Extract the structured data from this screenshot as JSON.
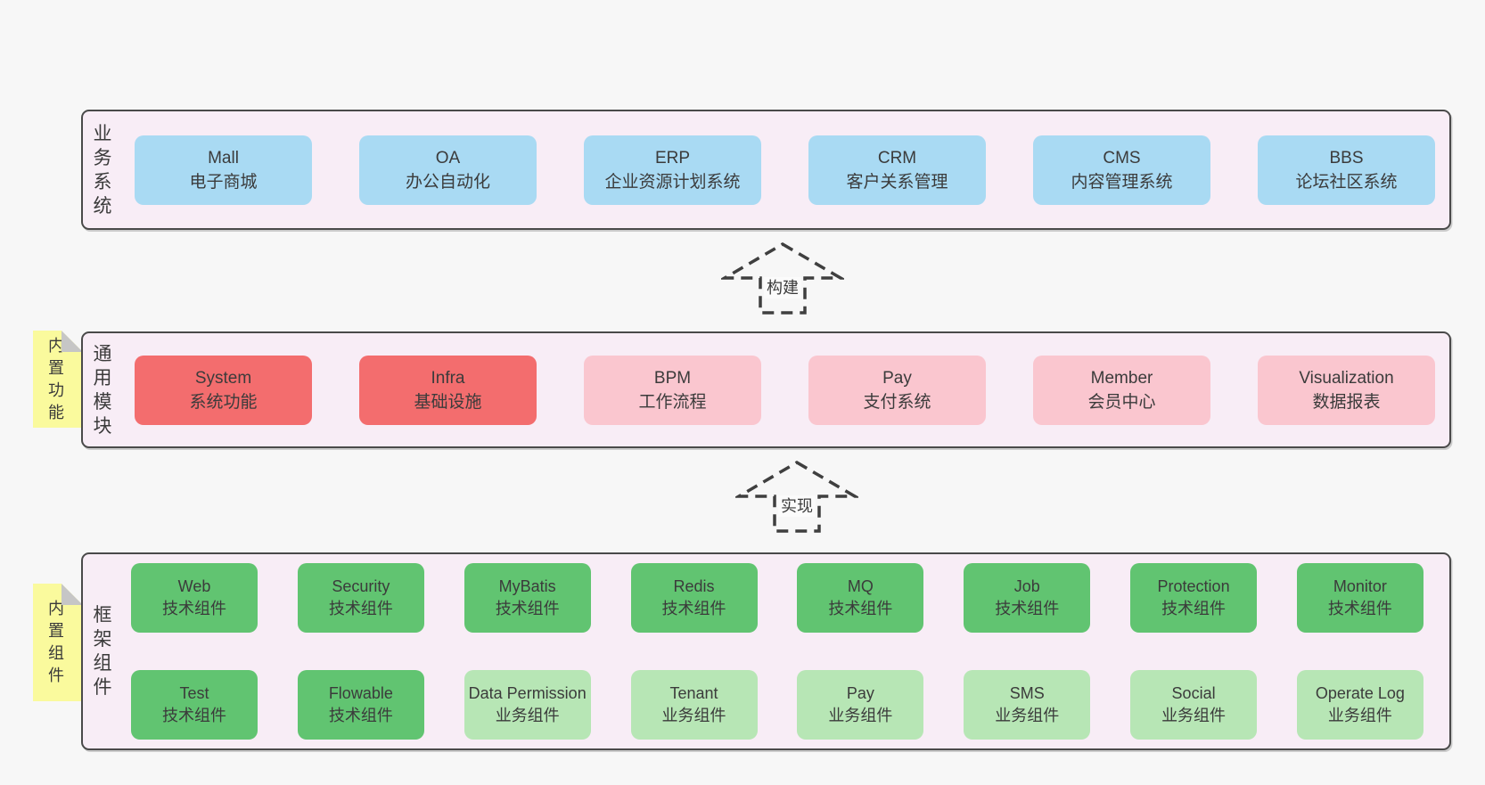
{
  "colors": {
    "page_bg": "#f7f7f7",
    "lane_bg": "#f8edf6",
    "lane_border": "#4a4a4a",
    "blue_box": "#a9daf3",
    "red_box": "#f36d6e",
    "pink_box": "#fac6cf",
    "green_box": "#61c471",
    "light_green_box": "#b7e6b5",
    "note_yellow": "#fafa9d",
    "text": "#3b3b3b"
  },
  "arrows": {
    "build": "构建",
    "implement": "实现"
  },
  "rows": {
    "business": {
      "label": "业务系统",
      "boxes": [
        {
          "title": "Mall",
          "subtitle": "电子商城"
        },
        {
          "title": "OA",
          "subtitle": "办公自动化"
        },
        {
          "title": "ERP",
          "subtitle": "企业资源计划系统"
        },
        {
          "title": "CRM",
          "subtitle": "客户关系管理"
        },
        {
          "title": "CMS",
          "subtitle": "内容管理系统"
        },
        {
          "title": "BBS",
          "subtitle": "论坛社区系统"
        }
      ]
    },
    "modules": {
      "label": "通用模块",
      "note": "内置功能",
      "boxes": [
        {
          "title": "System",
          "subtitle": "系统功能"
        },
        {
          "title": "Infra",
          "subtitle": "基础设施"
        },
        {
          "title": "BPM",
          "subtitle": "工作流程"
        },
        {
          "title": "Pay",
          "subtitle": "支付系统"
        },
        {
          "title": "Member",
          "subtitle": "会员中心"
        },
        {
          "title": "Visualization",
          "subtitle": "数据报表"
        }
      ]
    },
    "framework": {
      "label": "框架组件",
      "note": "内置组件",
      "row1": [
        {
          "title": "Web",
          "subtitle": "技术组件"
        },
        {
          "title": "Security",
          "subtitle": "技术组件"
        },
        {
          "title": "MyBatis",
          "subtitle": "技术组件"
        },
        {
          "title": "Redis",
          "subtitle": "技术组件"
        },
        {
          "title": "MQ",
          "subtitle": "技术组件"
        },
        {
          "title": "Job",
          "subtitle": "技术组件"
        },
        {
          "title": "Protection",
          "subtitle": "技术组件"
        },
        {
          "title": "Monitor",
          "subtitle": "技术组件"
        }
      ],
      "row2": [
        {
          "title": "Test",
          "subtitle": "技术组件"
        },
        {
          "title": "Flowable",
          "subtitle": "技术组件"
        },
        {
          "title": "Data Permission",
          "subtitle": "业务组件"
        },
        {
          "title": "Tenant",
          "subtitle": "业务组件"
        },
        {
          "title": "Pay",
          "subtitle": "业务组件"
        },
        {
          "title": "SMS",
          "subtitle": "业务组件"
        },
        {
          "title": "Social",
          "subtitle": "业务组件"
        },
        {
          "title": "Operate Log",
          "subtitle": "业务组件"
        }
      ]
    }
  }
}
